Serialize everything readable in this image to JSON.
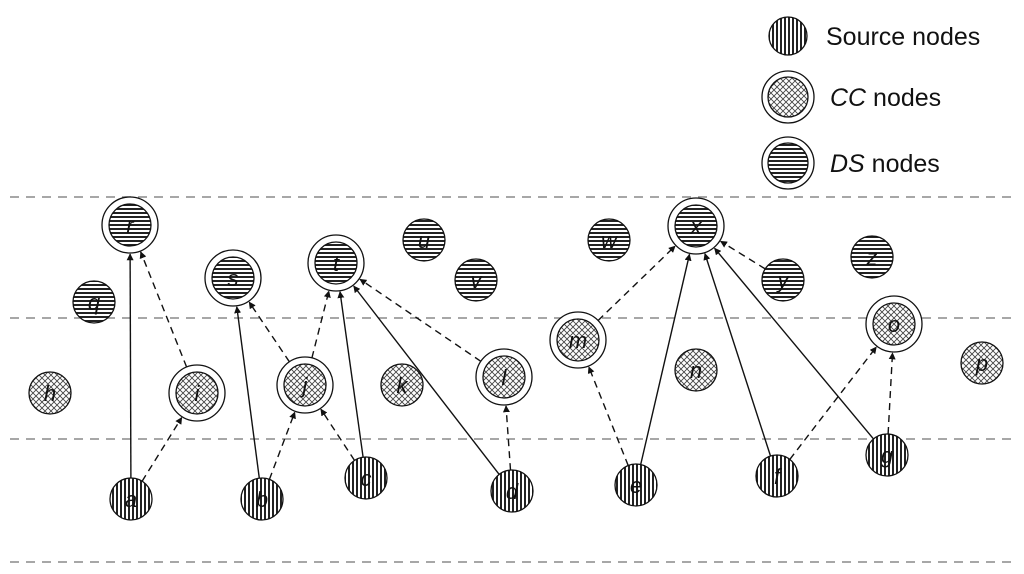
{
  "legend": [
    {
      "type": "source",
      "prefix": "",
      "suffix": "Source nodes"
    },
    {
      "type": "cc",
      "prefix": "CC",
      "suffix": " nodes"
    },
    {
      "type": "ds",
      "prefix": "DS",
      "suffix": " nodes"
    }
  ],
  "nodes": [
    {
      "id": "r",
      "type": "ds",
      "ring": true
    },
    {
      "id": "q",
      "type": "ds",
      "ring": false
    },
    {
      "id": "h",
      "type": "cc",
      "ring": false
    },
    {
      "id": "i",
      "type": "cc",
      "ring": true
    },
    {
      "id": "a",
      "type": "source",
      "ring": false
    },
    {
      "id": "s",
      "type": "ds",
      "ring": true
    },
    {
      "id": "t",
      "type": "ds",
      "ring": true
    },
    {
      "id": "j",
      "type": "cc",
      "ring": true
    },
    {
      "id": "b",
      "type": "source",
      "ring": false
    },
    {
      "id": "c",
      "type": "source",
      "ring": false
    },
    {
      "id": "u",
      "type": "ds",
      "ring": false
    },
    {
      "id": "v",
      "type": "ds",
      "ring": false
    },
    {
      "id": "k",
      "type": "cc",
      "ring": false
    },
    {
      "id": "l",
      "type": "cc",
      "ring": true
    },
    {
      "id": "d",
      "type": "source",
      "ring": false
    },
    {
      "id": "w",
      "type": "ds",
      "ring": false
    },
    {
      "id": "x",
      "type": "ds",
      "ring": true
    },
    {
      "id": "m",
      "type": "cc",
      "ring": true
    },
    {
      "id": "n",
      "type": "cc",
      "ring": false
    },
    {
      "id": "e",
      "type": "source",
      "ring": false
    },
    {
      "id": "y",
      "type": "ds",
      "ring": false
    },
    {
      "id": "z",
      "type": "ds",
      "ring": false
    },
    {
      "id": "o",
      "type": "cc",
      "ring": true
    },
    {
      "id": "f",
      "type": "source",
      "ring": false
    },
    {
      "id": "g",
      "type": "source",
      "ring": false
    },
    {
      "id": "p",
      "type": "cc",
      "ring": false
    }
  ],
  "edges": [
    {
      "from": "a",
      "to": "r",
      "style": "solid"
    },
    {
      "from": "a",
      "to": "i",
      "style": "dashed"
    },
    {
      "from": "i",
      "to": "r",
      "style": "dashed"
    },
    {
      "from": "b",
      "to": "s",
      "style": "solid"
    },
    {
      "from": "b",
      "to": "j",
      "style": "dashed"
    },
    {
      "from": "j",
      "to": "s",
      "style": "dashed"
    },
    {
      "from": "j",
      "to": "t",
      "style": "dashed"
    },
    {
      "from": "c",
      "to": "j",
      "style": "dashed"
    },
    {
      "from": "c",
      "to": "t",
      "style": "solid"
    },
    {
      "from": "d",
      "to": "t",
      "style": "solid"
    },
    {
      "from": "d",
      "to": "l",
      "style": "dashed"
    },
    {
      "from": "l",
      "to": "t",
      "style": "dashed"
    },
    {
      "from": "e",
      "to": "m",
      "style": "dashed"
    },
    {
      "from": "e",
      "to": "x",
      "style": "solid"
    },
    {
      "from": "m",
      "to": "x",
      "style": "dashed"
    },
    {
      "from": "f",
      "to": "x",
      "style": "solid"
    },
    {
      "from": "f",
      "to": "o",
      "style": "dashed"
    },
    {
      "from": "g",
      "to": "x",
      "style": "solid"
    },
    {
      "from": "g",
      "to": "o",
      "style": "dashed"
    },
    {
      "from": "y",
      "to": "x",
      "style": "dashed"
    }
  ]
}
